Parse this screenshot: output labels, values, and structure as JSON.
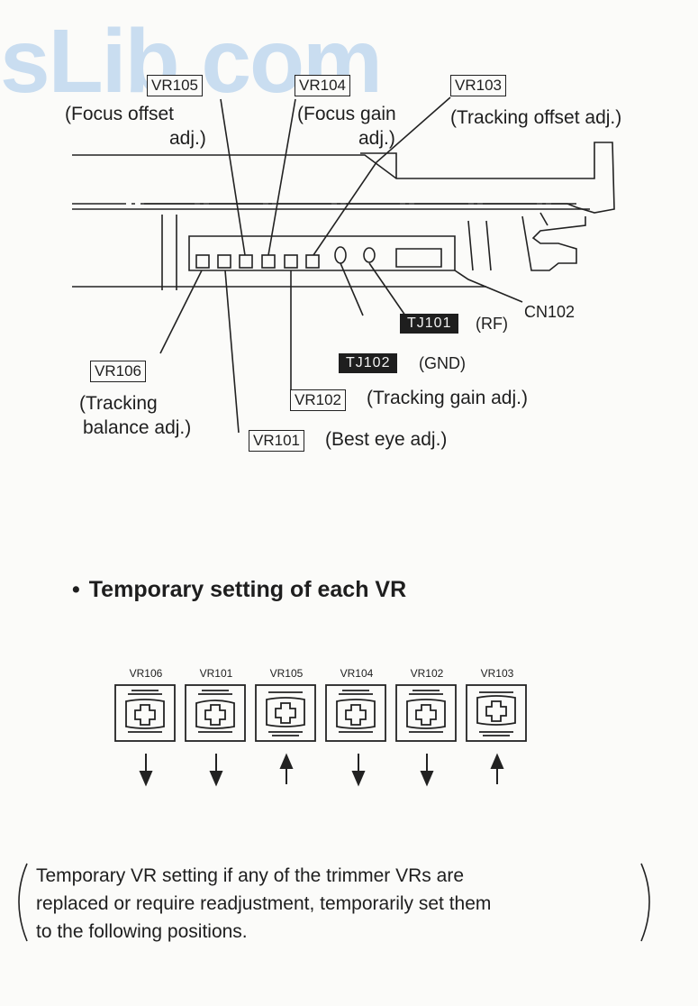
{
  "watermark": "sLib.com",
  "callouts": {
    "vr105": {
      "tag": "VR105",
      "desc": "(Focus offset",
      "desc2": "adj.)"
    },
    "vr104": {
      "tag": "VR104",
      "desc": "(Focus gain",
      "desc2": "adj.)"
    },
    "vr103": {
      "tag": "VR103",
      "desc": "(Tracking offset adj.)"
    },
    "cn102": {
      "label": "CN102"
    },
    "tj101": {
      "tag": "TJ101",
      "desc": "(RF)"
    },
    "tj102": {
      "tag": "TJ102",
      "desc": "(GND)"
    },
    "vr106": {
      "tag": "VR106",
      "desc": "(Tracking",
      "desc2": "balance adj.)"
    },
    "vr102": {
      "tag": "VR102",
      "desc": "(Tracking gain adj.)"
    },
    "vr101": {
      "tag": "VR101",
      "desc": "(Best eye adj.)"
    }
  },
  "section": {
    "bullet": "•",
    "heading": "Temporary setting of each VR"
  },
  "trimmers": [
    {
      "name": "VR106",
      "direction": "down"
    },
    {
      "name": "VR101",
      "direction": "down"
    },
    {
      "name": "VR105",
      "direction": "up"
    },
    {
      "name": "VR104",
      "direction": "down"
    },
    {
      "name": "VR102",
      "direction": "down"
    },
    {
      "name": "VR103",
      "direction": "up"
    }
  ],
  "note": {
    "line1": "Temporary VR setting if any of the trimmer VRs are",
    "line2": "replaced or require readjustment, temporarily set them",
    "line3": "to the following positions."
  }
}
